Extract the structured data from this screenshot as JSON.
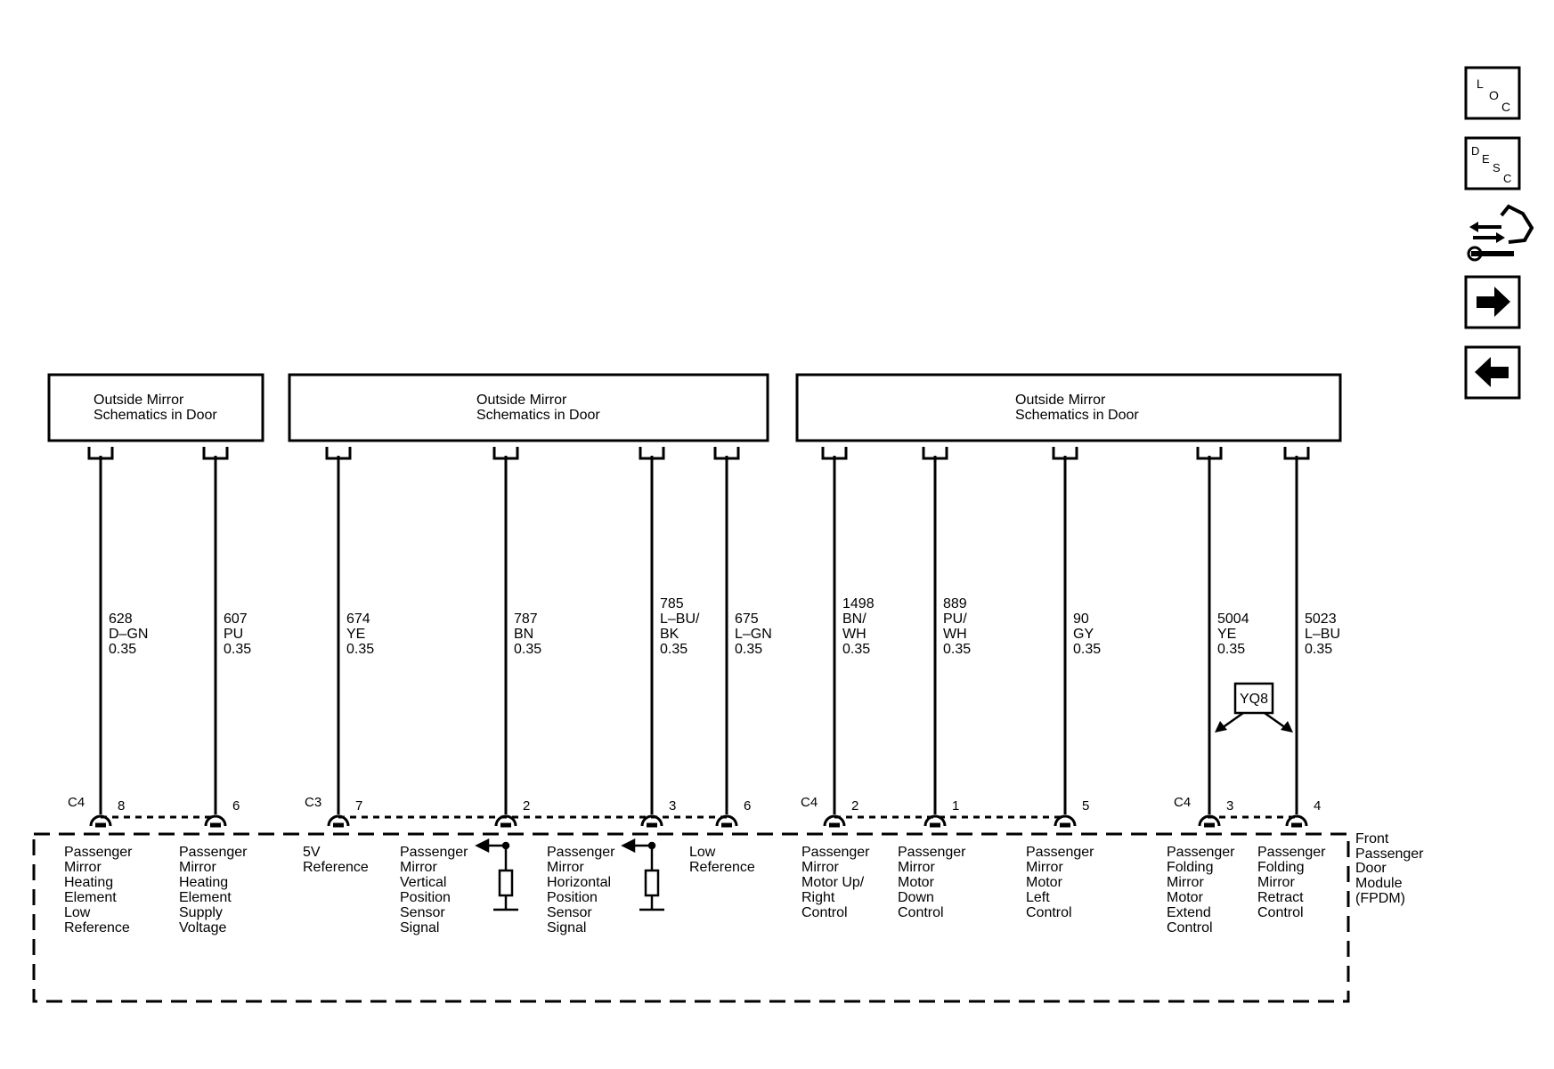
{
  "boxes": [
    {
      "title": [
        "Outside Mirror",
        "Schematics in Door"
      ]
    },
    {
      "title": [
        "Outside Mirror",
        "Schematics in Door"
      ]
    },
    {
      "title": [
        "Outside Mirror",
        "Schematics in Door"
      ]
    }
  ],
  "module": {
    "name": [
      "Front",
      "Passenger",
      "Door",
      "Module",
      "(FPDM)"
    ]
  },
  "options": {
    "yq8": "YQ8"
  },
  "nav": {
    "loc": [
      "L",
      "O",
      "C"
    ],
    "desc": [
      "D",
      "E",
      "S",
      "C"
    ]
  },
  "connectors": [
    {
      "name": "C4"
    },
    {
      "name": "C3"
    },
    {
      "name": "C4"
    },
    {
      "name": "C4"
    }
  ],
  "wires": [
    {
      "circuit": "628",
      "color": [
        "D–GN"
      ],
      "gauge": "0.35",
      "pin": "8",
      "function": [
        "Passenger",
        "Mirror",
        "Heating",
        "Element",
        "Low",
        "Reference"
      ]
    },
    {
      "circuit": "607",
      "color": [
        "PU"
      ],
      "gauge": "0.35",
      "pin": "6",
      "function": [
        "Passenger",
        "Mirror",
        "Heating",
        "Element",
        "Supply",
        "Voltage"
      ]
    },
    {
      "circuit": "674",
      "color": [
        "YE"
      ],
      "gauge": "0.35",
      "pin": "7",
      "function": [
        "5V",
        "Reference"
      ]
    },
    {
      "circuit": "787",
      "color": [
        "BN"
      ],
      "gauge": "0.35",
      "pin": "2",
      "function": [
        "Passenger",
        "Mirror",
        "Vertical",
        "Position",
        "Sensor",
        "Signal"
      ]
    },
    {
      "circuit": "785",
      "color": [
        "L–BU/",
        "BK"
      ],
      "gauge": "0.35",
      "pin": "3",
      "function": [
        "Passenger",
        "Mirror",
        "Horizontal",
        "Position",
        "Sensor",
        "Signal"
      ]
    },
    {
      "circuit": "675",
      "color": [
        "L–GN"
      ],
      "gauge": "0.35",
      "pin": "6",
      "function": [
        "Low",
        "Reference"
      ]
    },
    {
      "circuit": "1498",
      "color": [
        "BN/",
        "WH"
      ],
      "gauge": "0.35",
      "pin": "2",
      "function": [
        "Passenger",
        "Mirror",
        "Motor Up/",
        "Right",
        "Control"
      ]
    },
    {
      "circuit": "889",
      "color": [
        "PU/",
        "WH"
      ],
      "gauge": "0.35",
      "pin": "1",
      "function": [
        "Passenger",
        "Mirror",
        "Motor",
        "Down",
        "Control"
      ]
    },
    {
      "circuit": "90",
      "color": [
        "GY"
      ],
      "gauge": "0.35",
      "pin": "5",
      "function": [
        "Passenger",
        "Mirror",
        "Motor",
        "Left",
        "Control"
      ]
    },
    {
      "circuit": "5004",
      "color": [
        "YE"
      ],
      "gauge": "0.35",
      "pin": "3",
      "function": [
        "Passenger",
        "Folding",
        "Mirror",
        "Motor",
        "Extend",
        "Control"
      ]
    },
    {
      "circuit": "5023",
      "color": [
        "L–BU"
      ],
      "gauge": "0.35",
      "pin": "4",
      "function": [
        "Passenger",
        "Folding",
        "Mirror",
        "Retract",
        "Control"
      ]
    }
  ]
}
